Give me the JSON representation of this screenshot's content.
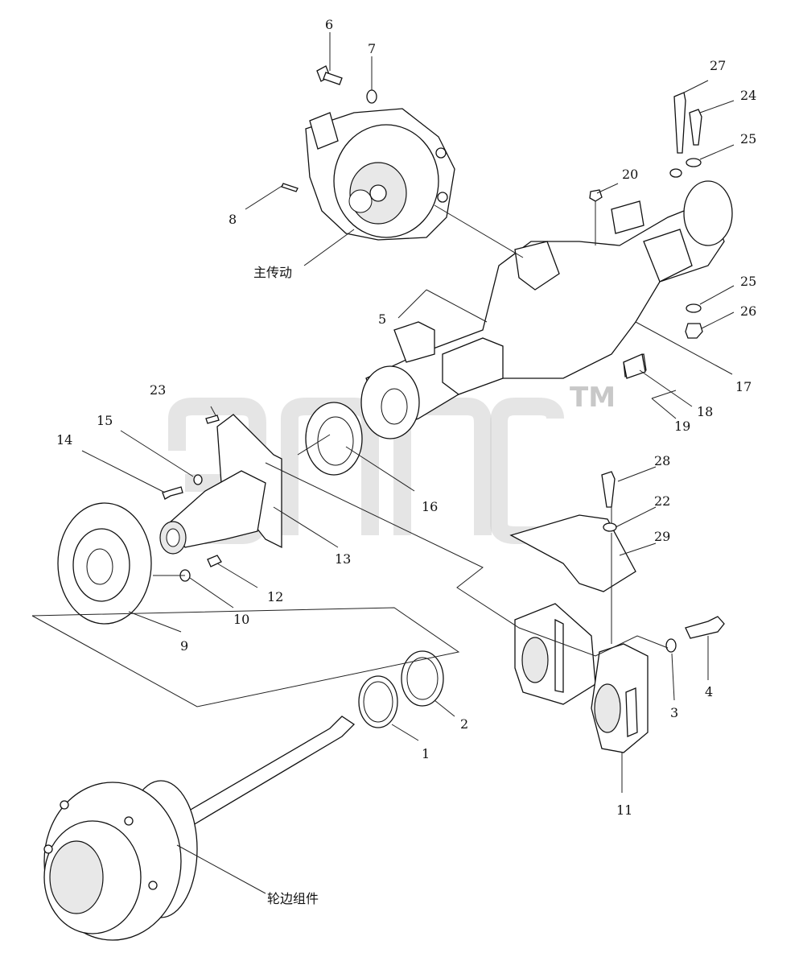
{
  "watermark": {
    "mark": "TM"
  },
  "labels": {
    "p1": "1",
    "p2": "2",
    "p3": "3",
    "p4": "4",
    "p5": "5",
    "p6": "6",
    "p7": "7",
    "p8": "8",
    "p9": "9",
    "p10": "10",
    "p11": "11",
    "p12": "12",
    "p13": "13",
    "p14": "14",
    "p15": "15",
    "p16": "16",
    "p17": "17",
    "p18": "18",
    "p19": "19",
    "p20": "20",
    "p22": "22",
    "p23": "23",
    "p24": "24",
    "p25a": "25",
    "p25b": "25",
    "p26": "26",
    "p27": "27",
    "p28": "28",
    "p29": "29",
    "main_drive": "主传动",
    "wheel_assembly": "轮边组件"
  }
}
